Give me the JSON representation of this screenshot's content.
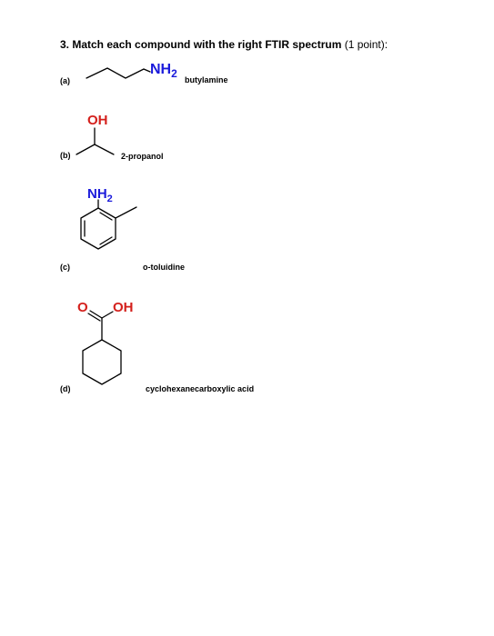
{
  "question": {
    "number_and_text": "3. Match each compound with the right FTIR spectrum",
    "points": " (1 point):"
  },
  "compounds": [
    {
      "label": "(a)",
      "name": "butylamine",
      "group_text": "NH",
      "group_subscript": "2",
      "group_color": "#1a1adb"
    },
    {
      "label": "(b)",
      "name": "2-propanol",
      "group_text": "OH",
      "group_color": "#d4201c"
    },
    {
      "label": "(c)",
      "name": "o-toluidine",
      "group_text": "NH",
      "group_subscript": "2",
      "group_color": "#1a1adb"
    },
    {
      "label": "(d)",
      "name": "cyclohexanecarboxylic acid",
      "o_text": "O",
      "oh_text": "OH",
      "group_color": "#d4201c"
    }
  ]
}
